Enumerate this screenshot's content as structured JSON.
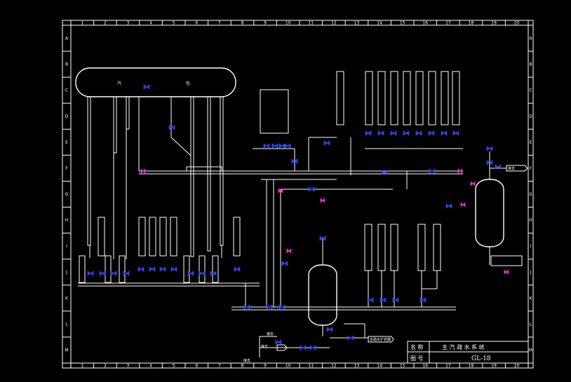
{
  "drawing": {
    "columns": [
      "1",
      "2",
      "3",
      "4",
      "5",
      "6",
      "7",
      "8",
      "9",
      "10",
      "11",
      "12",
      "13",
      "14",
      "15",
      "16",
      "17",
      "18",
      "19",
      "20"
    ],
    "rows": [
      "A",
      "B",
      "C",
      "D",
      "E",
      "F",
      "G",
      "H",
      "I",
      "J",
      "K",
      "L",
      "M"
    ],
    "steam_drum_label_left": "汽",
    "steam_drum_label_right": "包",
    "outlet_left_1": "接去",
    "outlet_left_2": "接去",
    "outlet_right": "接去",
    "tag_bottom_left": "接去",
    "bottom_outlet": "去疏水扩容器"
  },
  "title_block": {
    "name_label": "名 称",
    "name_value": "主 汽 疏 水 系 统",
    "number_label": "图 号",
    "number_value": "GL-18"
  },
  "colors": {
    "background": "#000000",
    "line": "#ffffff",
    "valve": "#1a3cff",
    "special_valve": "#ff2fd0"
  }
}
